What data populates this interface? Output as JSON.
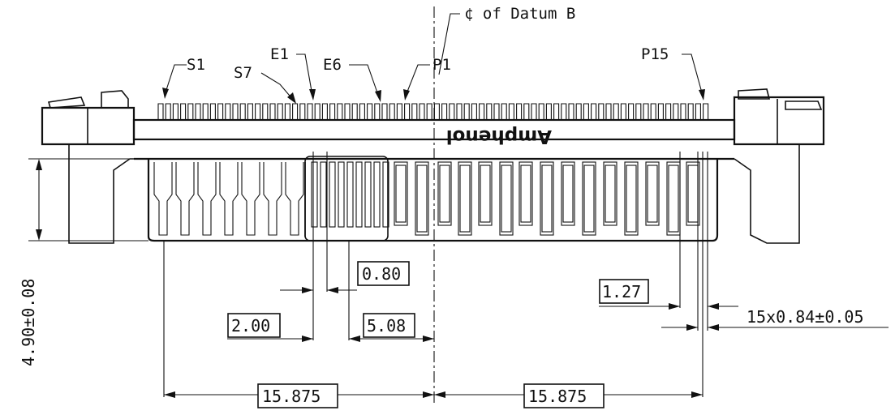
{
  "drawing": {
    "brand": "Amphenol",
    "centerline_label": "¢ of Datum B",
    "contact_labels": {
      "s1": "S1",
      "s7": "S7",
      "e1": "E1",
      "e6": "E6",
      "p1": "P1",
      "p15": "P15"
    },
    "dimensions": {
      "height": "4.90±0.08",
      "signal_pitch": "2.00",
      "gap": "0.80",
      "pin_pitch_group": "5.08",
      "pin_pitch": "1.27",
      "pin_width": "15x0.84±0.05",
      "half_length_left": "15.875",
      "half_length_right": "15.875"
    }
  }
}
